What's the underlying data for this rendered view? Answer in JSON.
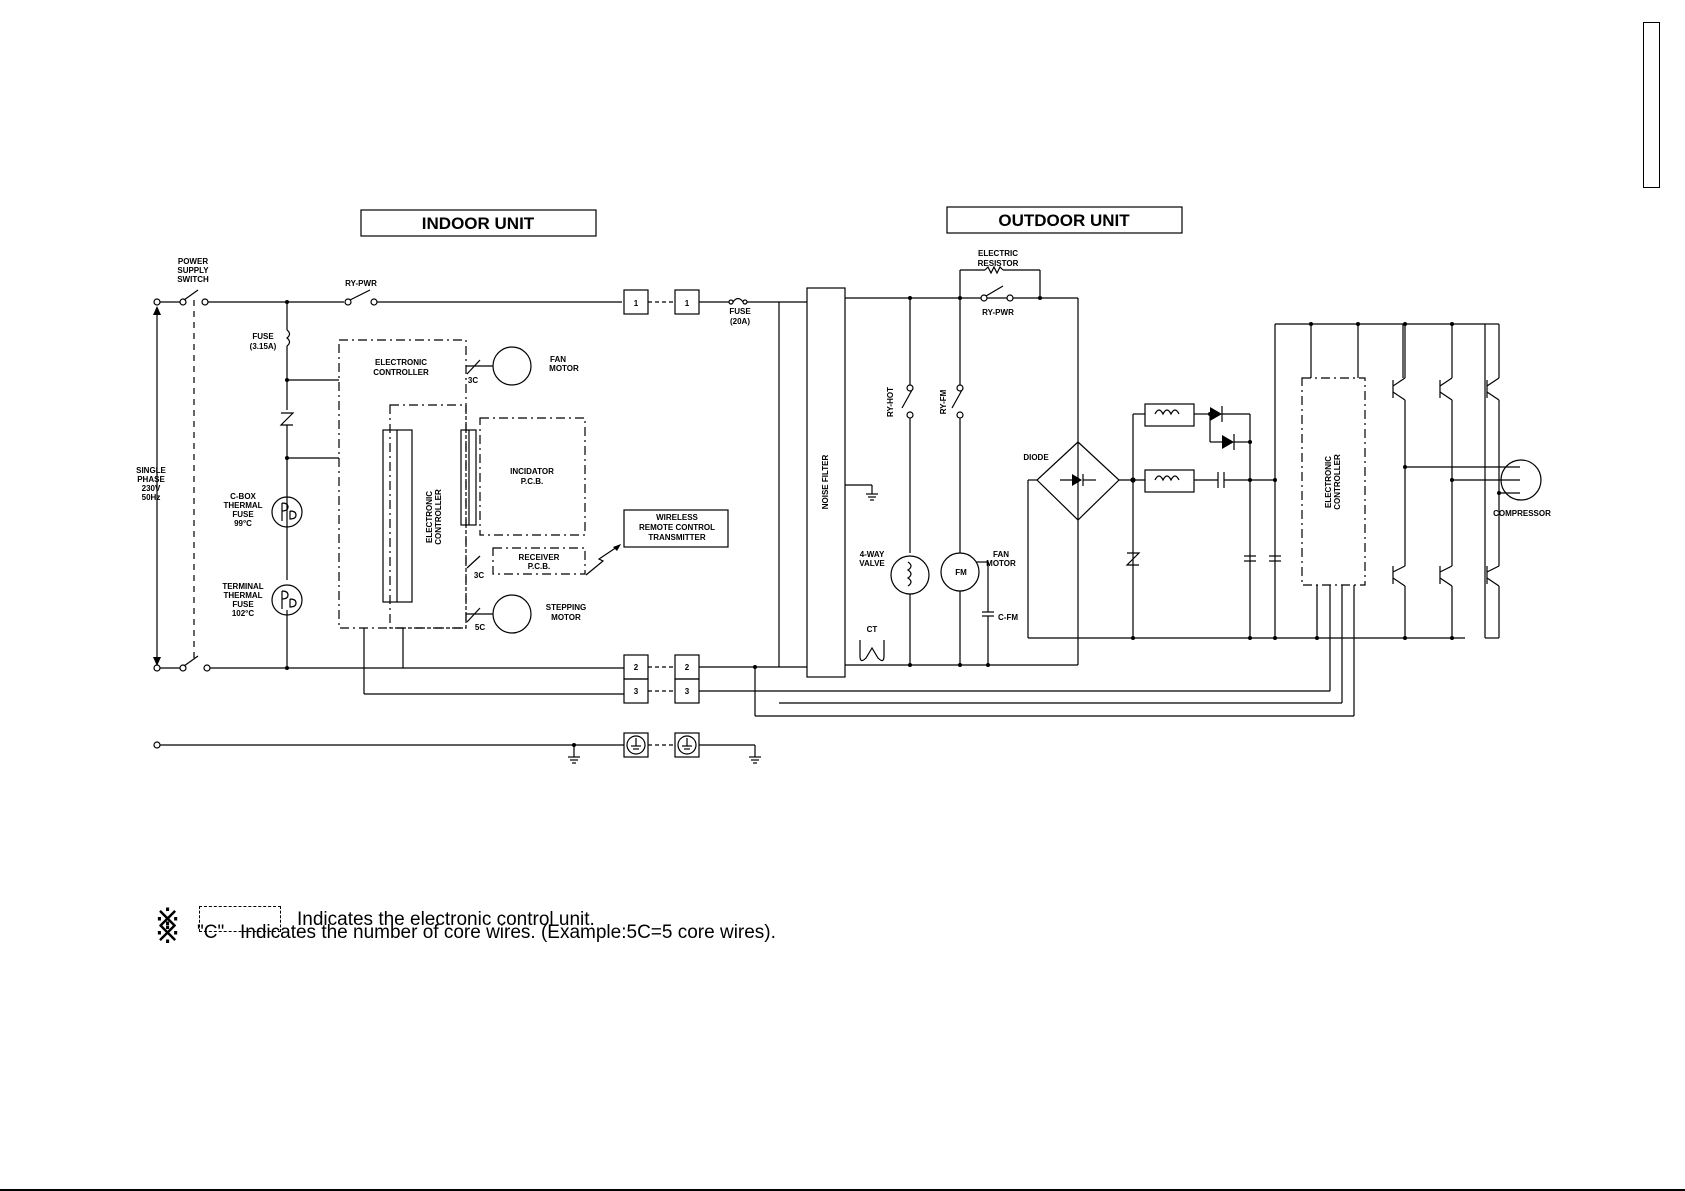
{
  "units": {
    "indoor": "INDOOR UNIT",
    "outdoor": "OUTDOOR UNIT"
  },
  "labels": {
    "power_switch": [
      "POWER",
      "SUPPLY",
      "SWITCH"
    ],
    "single_phase": [
      "SINGLE",
      "PHASE",
      "230V",
      "50Hz"
    ],
    "fuse_315": [
      "FUSE",
      "(3.15A)"
    ],
    "cbox_fuse": [
      "C-BOX",
      "THERMAL",
      "FUSE",
      "99°C"
    ],
    "terminal_fuse": [
      "TERMINAL",
      "THERMAL",
      "FUSE",
      "102°C"
    ],
    "ry_pwr_in": "RY-PWR",
    "elec_ctrl_top": [
      "ELECTRONIC",
      "CONTROLLER"
    ],
    "fan_motor_in": [
      "FAN",
      "MOTOR"
    ],
    "core_3c": "3C",
    "core_5c": "5C",
    "elec_ctrl_vert": [
      "ELECTRONIC",
      "CONTROLLER"
    ],
    "indicator": [
      "INCIDATOR",
      "P.C.B."
    ],
    "wireless": [
      "WIRELESS",
      "REMOTE CONTROL",
      "TRANSMITTER"
    ],
    "receiver": [
      "RECEIVER",
      "P.C.B."
    ],
    "stepping": [
      "STEPPING",
      "MOTOR"
    ],
    "fuse_20": [
      "FUSE",
      "(20A)"
    ],
    "electric_resistor": [
      "ELECTRIC",
      "RESISTOR"
    ],
    "ry_pwr_out": "RY-PWR",
    "noise_filter": "NOISE FILTER",
    "ry_hot": "RY-HOT",
    "ry_fm": "RY-FM",
    "four_way": [
      "4-WAY",
      "VALVE"
    ],
    "fm": "FM",
    "fan_motor_out": [
      "FAN",
      "MOTOR"
    ],
    "c_fm": "C-FM",
    "ct": "CT",
    "diode": "DIODE",
    "elec_ctrl_out": [
      "ELECTRONIC",
      "CONTROLLER"
    ],
    "compressor": "COMPRESSOR",
    "z": "Z"
  },
  "terminals": [
    "1",
    "2",
    "3"
  ],
  "legend": {
    "mark": "※",
    "line1": "Indicates the electronic control unit.",
    "c_label": "\"C\"",
    "line2": "Indicates the number of core wires. (Example:5C=5 core wires)."
  }
}
